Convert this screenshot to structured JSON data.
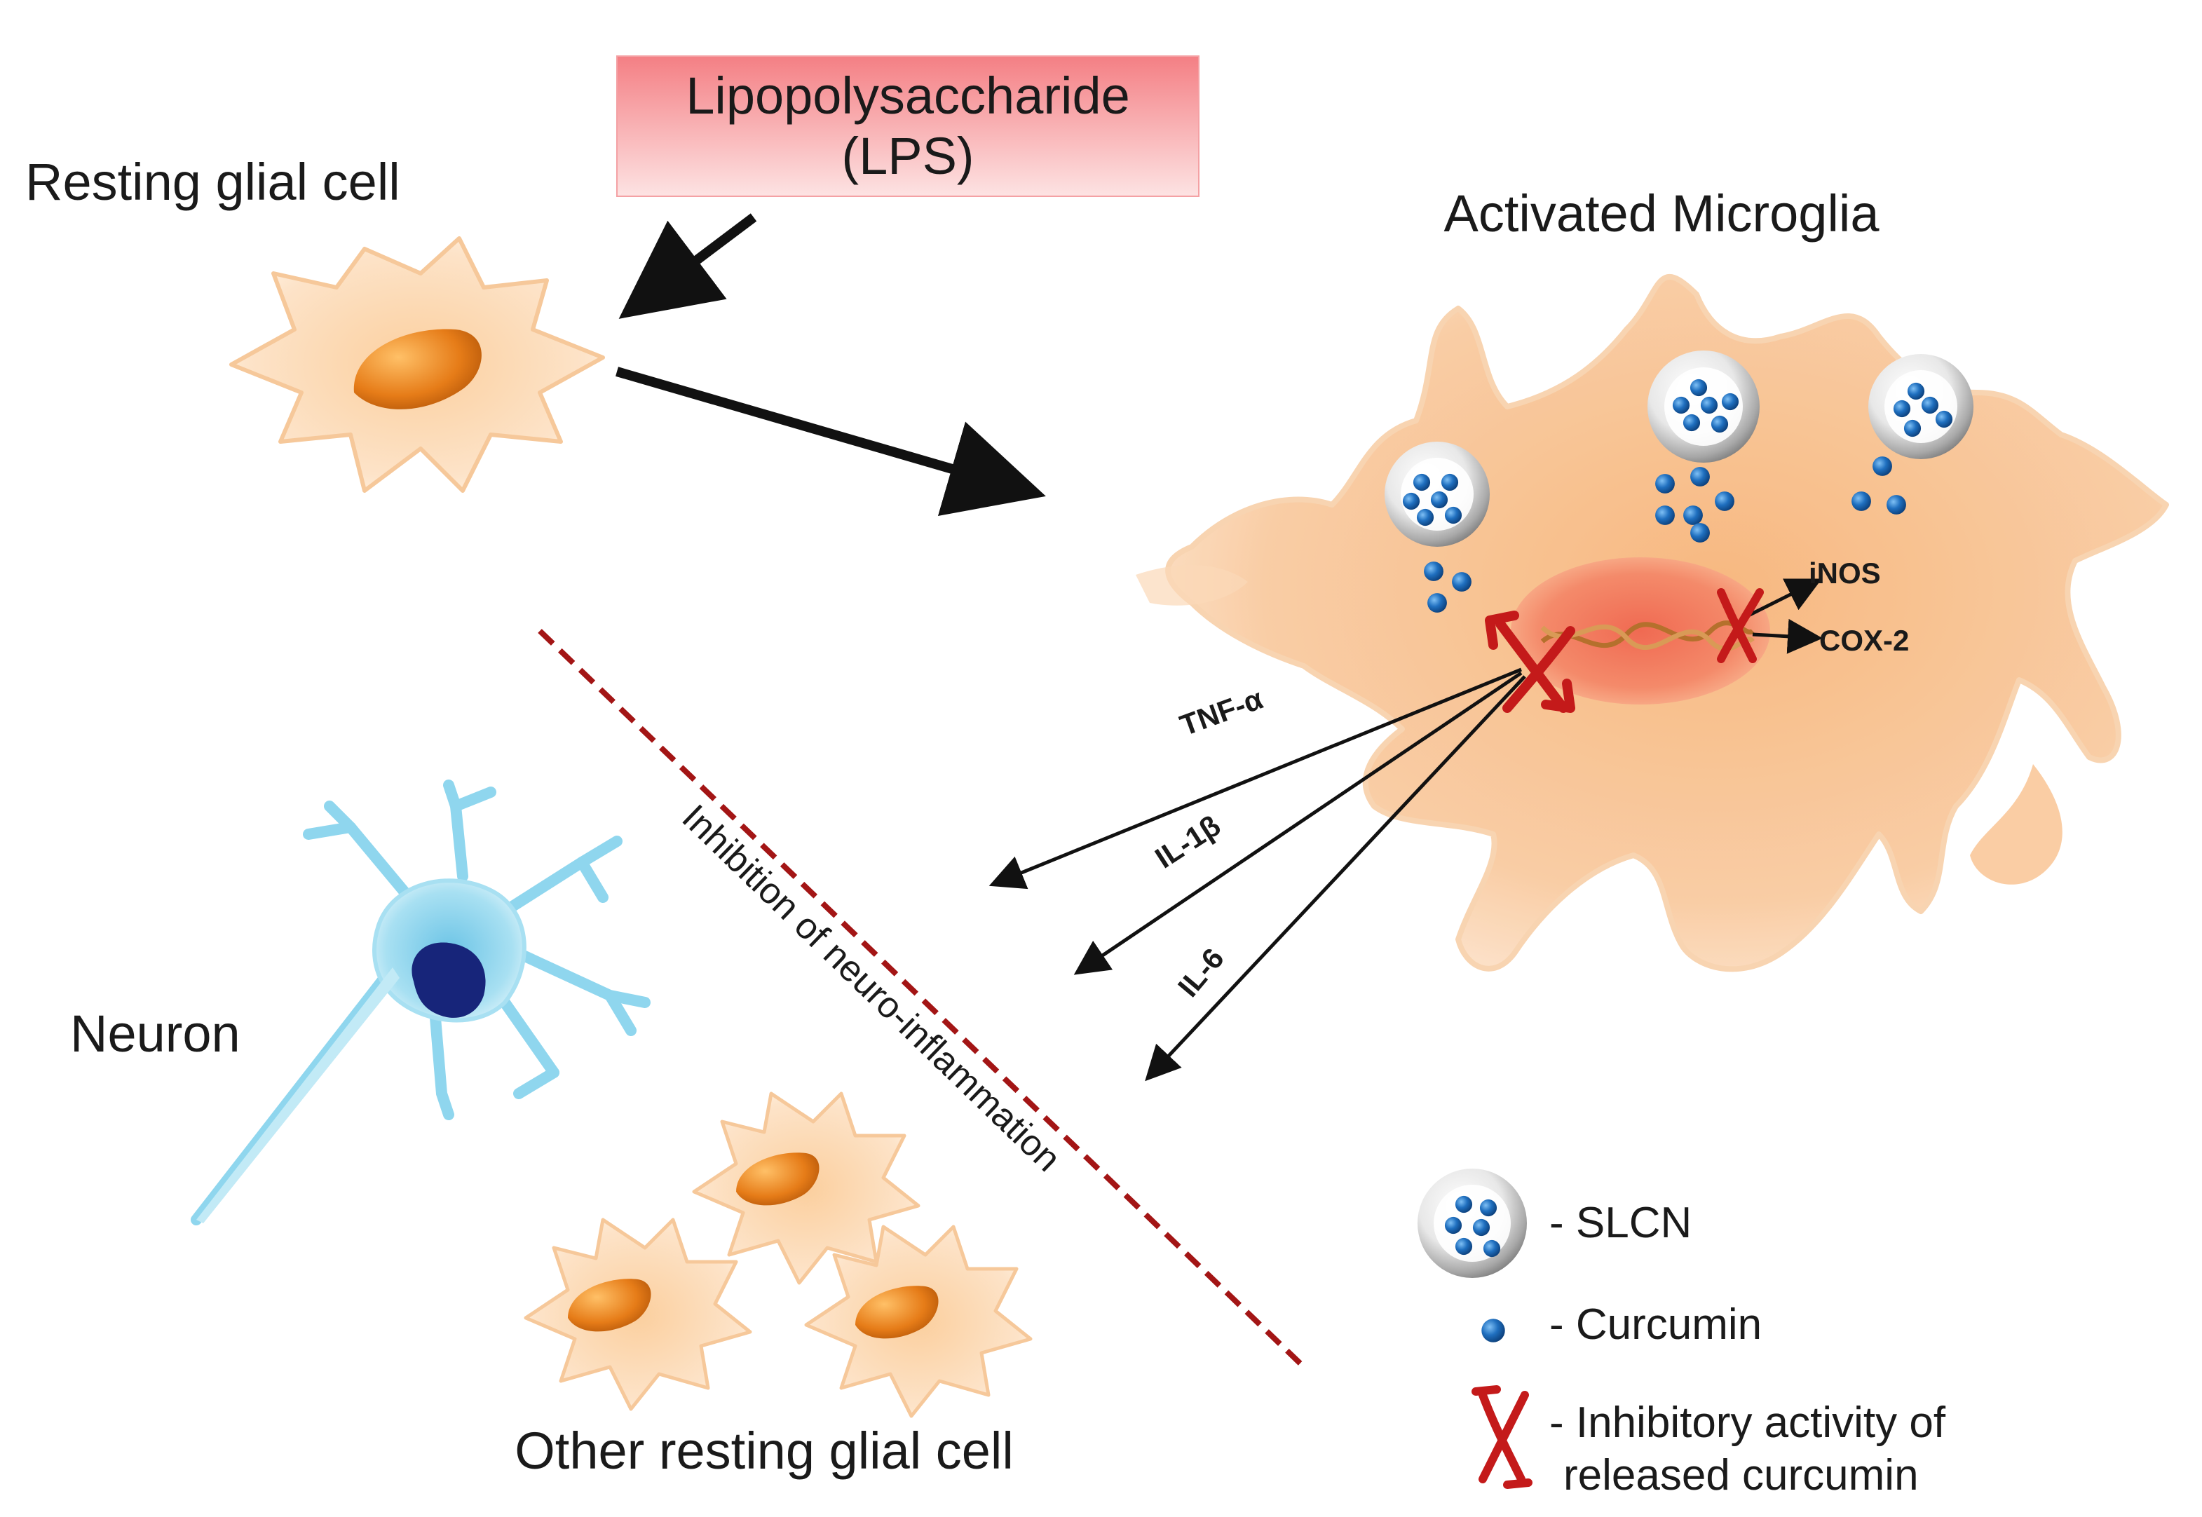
{
  "lps_box": {
    "line1": "Lipopolysaccharide",
    "line2": "(LPS)"
  },
  "labels": {
    "resting_glial_cell": "Resting glial cell",
    "activated_microglia": "Activated Microglia",
    "neuron": "Neuron",
    "other_resting_glial_cell": "Other resting glial cell",
    "inhibition": "Inhibition of neuro-inflammation"
  },
  "cytokines": {
    "tnf": "TNF-α",
    "il1b": "IL-1β",
    "il6": "IL-6"
  },
  "enzymes": {
    "inos": "iNOS",
    "cox2": "COX-2"
  },
  "legend": {
    "slcn": "- SLCN",
    "curcumin": "- Curcumin",
    "inhibit_line1": "- Inhibitory activity of",
    "inhibit_line2": "released  curcumin"
  },
  "colors": {
    "lps_box": "#f7a6a8",
    "glial_body": "#fbd9b8",
    "glial_nucleus": "#e8801c",
    "microglia": "#f7c592",
    "neuron": "#9fdcef",
    "neuron_nucleus": "#1a2a7a",
    "curcumin": "#1f6fbf",
    "inhibit_red": "#c41a1a",
    "dashed_line": "#a31515"
  }
}
